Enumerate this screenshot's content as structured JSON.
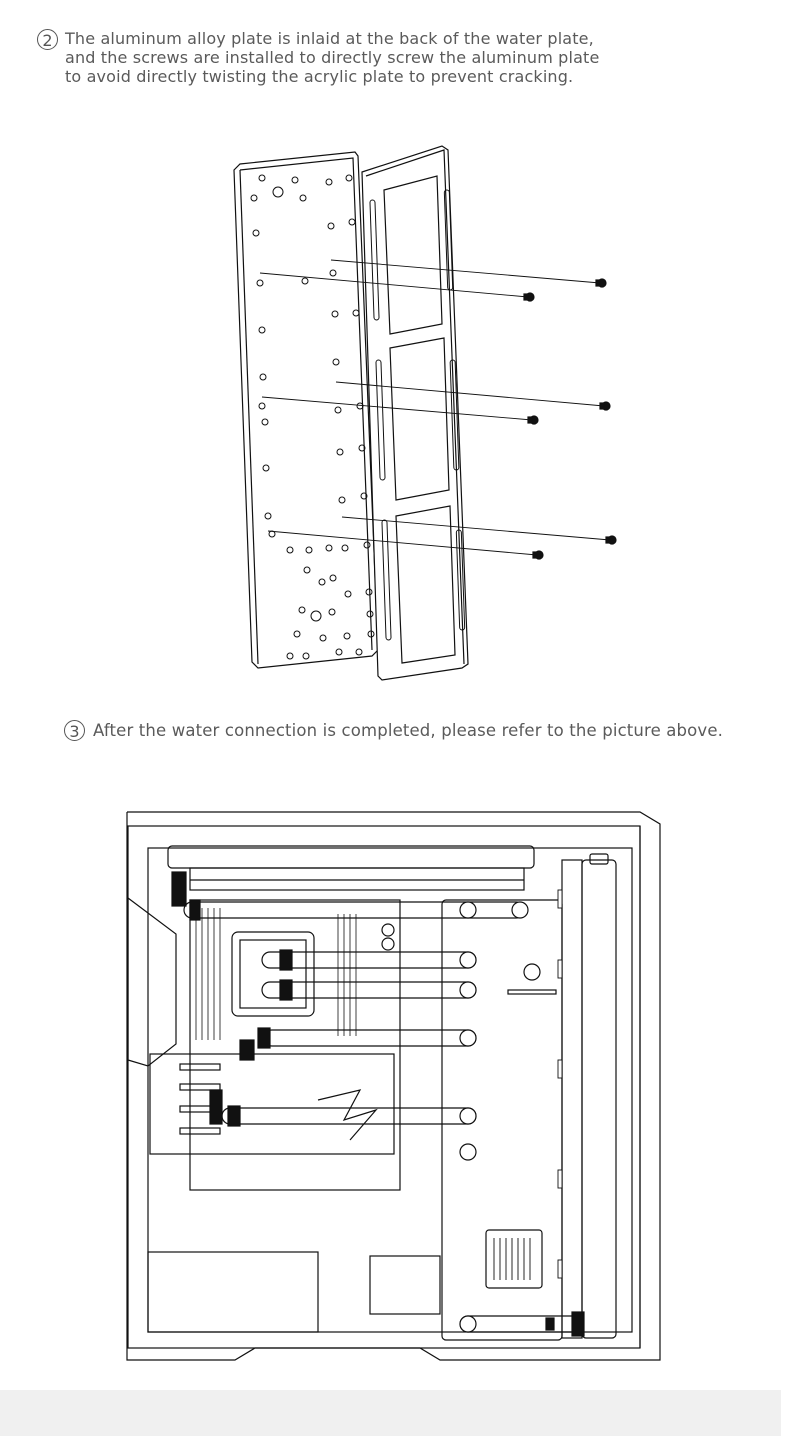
{
  "steps": [
    {
      "number": "2",
      "text": "The aluminum alloy plate is inlaid at the back of the water plate,\nand the screws are installed to directly screw the aluminum plate\nto avoid directly twisting the acrylic plate to prevent cracking."
    },
    {
      "number": "3",
      "text": "After the water connection is completed, please refer to the picture above."
    }
  ],
  "illustrations": [
    {
      "name": "water-plate-exploded-view"
    },
    {
      "name": "pc-case-water-loop-view"
    }
  ]
}
